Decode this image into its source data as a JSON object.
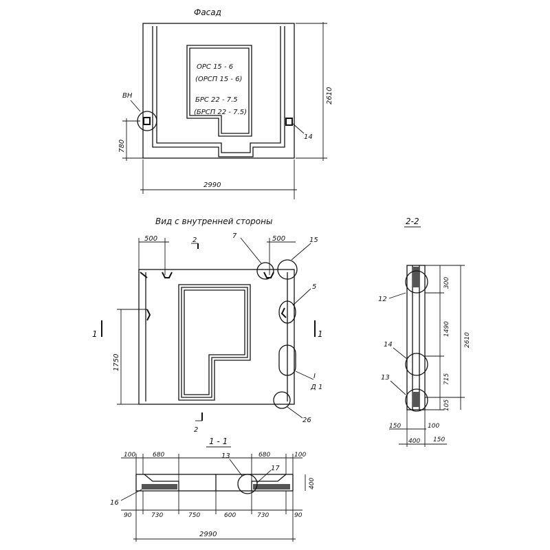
{
  "facade": {
    "title": "Фасад",
    "label1": "ОРС 15 - 6",
    "label2": "(ОРСП 15 - 6)",
    "label3": "БРС 22 - 7.5",
    "label4": "(БРСП 22 - 7.5)",
    "callout_left": "ВН",
    "callout_right": "14",
    "dim_width": "2990",
    "dim_height": "2610",
    "dim_left": "780"
  },
  "inside_view": {
    "title": "Вид с внутренней стороны",
    "dim_top_left": "500",
    "dim_top_right": "500",
    "dim_left": "1750",
    "cut_2_top": "2",
    "cut_2_bottom": "2",
    "cut_1_left": "1",
    "cut_1_right": "1",
    "callout_7": "7",
    "callout_15": "15",
    "callout_5": "5",
    "callout_I": "I",
    "callout_I_sub": "Д 1",
    "callout_26": "26"
  },
  "section_2_2": {
    "title": "2-2",
    "dim_300": "300",
    "dim_1490": "1490",
    "dim_715": "715",
    "dim_105": "105",
    "dim_total": "2610",
    "dim_150_left": "150",
    "dim_100": "100",
    "dim_400": "400",
    "dim_150_right": "150",
    "callout_12": "12",
    "callout_14": "14",
    "callout_13": "13"
  },
  "section_1_1": {
    "title": "1 - 1",
    "dim_top": [
      "100",
      "680",
      "680",
      "100"
    ],
    "dim_bottom": [
      "90",
      "730",
      "750",
      "600",
      "730",
      "90"
    ],
    "dim_total": "2990",
    "dim_height": "400",
    "callout_16": "16",
    "callout_13": "13",
    "callout_17": "17"
  }
}
